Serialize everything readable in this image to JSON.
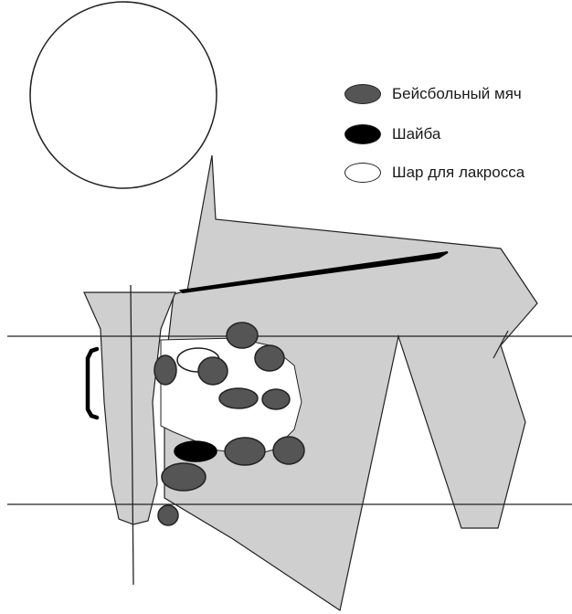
{
  "legend": {
    "items": [
      {
        "label": "Бейсбольный мяч",
        "icon": "baseball-marker",
        "fill": "#555555"
      },
      {
        "label": "Шайба",
        "icon": "puck-marker",
        "fill": "#000000"
      },
      {
        "label": "Шар для лакросса",
        "icon": "lacrosse-ball-marker",
        "fill": "#ffffff"
      }
    ]
  },
  "colors": {
    "body_fill": "#cfcfcf",
    "outline": "#222222",
    "baseball": "#555555",
    "puck": "#000000",
    "lacrosse": "#ffffff"
  }
}
